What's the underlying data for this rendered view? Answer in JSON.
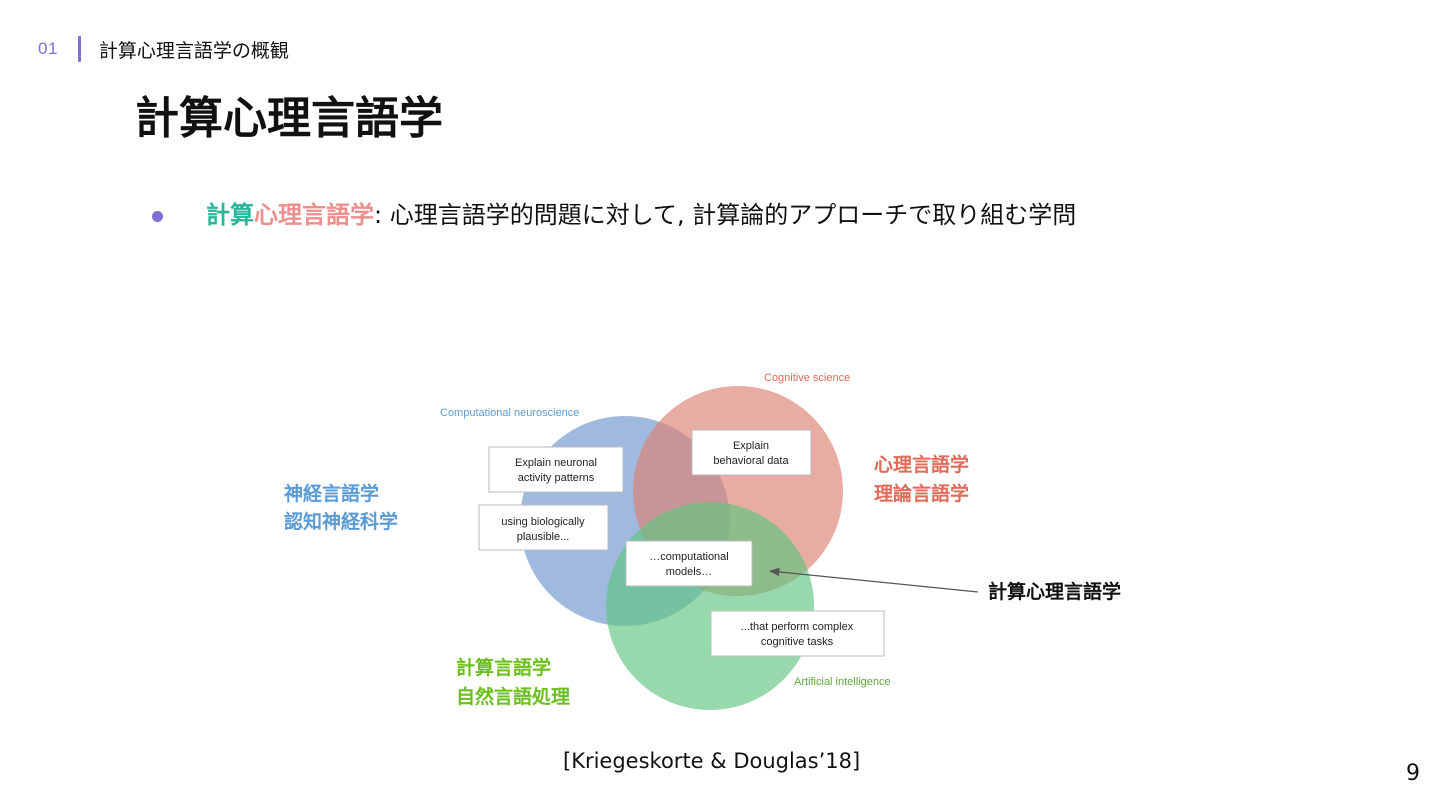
{
  "header": {
    "number": "01",
    "section": "計算心理言語学の概観"
  },
  "title": "計算心理言語学",
  "bullet": {
    "term_part1": "計算",
    "term_part2": "心理言語学",
    "text": ": 心理言語学的問題に対して, 計算論的アプローチで取り組む学問"
  },
  "diagram": {
    "circles": {
      "blue_label": "Computational neuroscience",
      "red_label": "Cognitive science",
      "green_label": "Artificial intelligence"
    },
    "boxes": {
      "neuronal_1": "Explain neuronal",
      "neuronal_2": "activity patterns",
      "biological_1": "using biologically",
      "biological_2": "plausible...",
      "behavioral_1": "Explain",
      "behavioral_2": "behavioral data",
      "models_1": "…computational",
      "models_2": "models…",
      "complex_1": "...that perform complex",
      "complex_2": "cognitive tasks"
    },
    "fields": {
      "blue_1": "神経言語学",
      "blue_2": "認知神経科学",
      "red_1": "心理言語学",
      "red_2": "理論言語学",
      "green_1": "計算言語学",
      "green_2": "自然言語処理",
      "center": "計算心理言語学"
    },
    "colors": {
      "blue": "#7c9fd3",
      "red": "#dd7f70",
      "green": "#5fc47f",
      "blue_text": "#5b9bd5",
      "red_text": "#e06b58",
      "green_text": "#6bbf1f"
    }
  },
  "citation": "[Kriegeskorte & Douglas’18]",
  "page_number": "9"
}
